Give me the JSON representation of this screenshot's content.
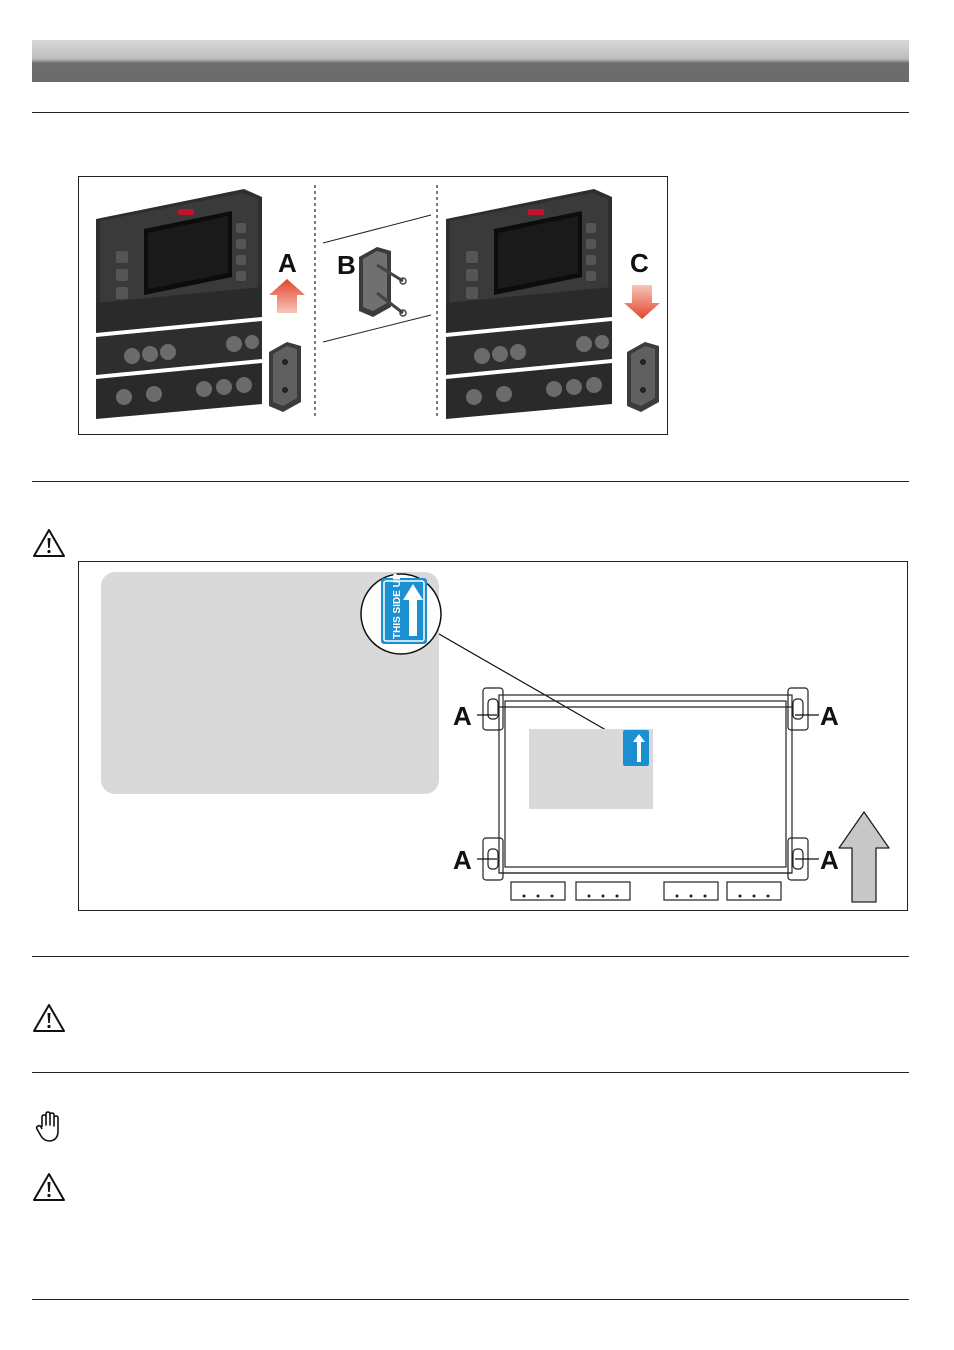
{
  "figure1": {
    "labels": [
      "A",
      "B",
      "C"
    ]
  },
  "figure2": {
    "sticker_text": "THIS SIDE UP",
    "mount_label": "A"
  },
  "icons": [
    "warning-icon",
    "hand-stop-icon",
    "arrow-up-icon",
    "arrow-down-icon"
  ],
  "colors": {
    "header_dark": "#6f6f6f",
    "sticker_blue": "#1c8fd0",
    "arrow_red": "#e0452c",
    "panel_grey": "#d9d9d9"
  }
}
